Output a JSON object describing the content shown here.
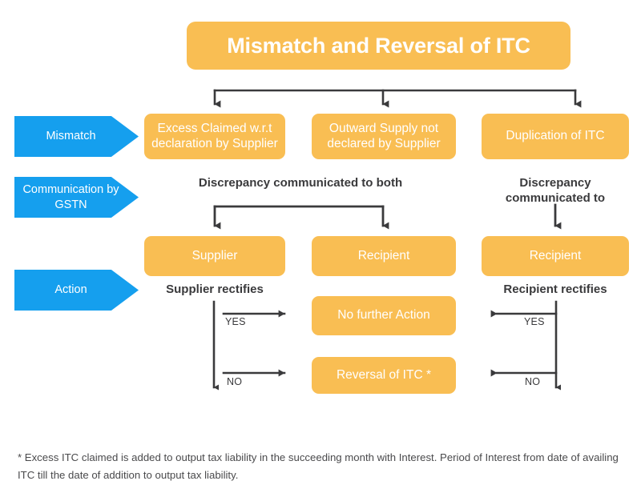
{
  "title": {
    "text": "Mismatch and Reversal of ITC"
  },
  "colors": {
    "orange": "#F9BE53",
    "blue": "#159FEE",
    "arrow_dark": "#3A3A3C",
    "background": "#FFFFFF",
    "box_text": "#FFFFFF",
    "caption_text": "#3A3A3C",
    "footnote_text": "#4A4A4C"
  },
  "stage_labels": [
    {
      "label": "Mismatch"
    },
    {
      "label": "Communication by GSTN"
    },
    {
      "label": "Action"
    }
  ],
  "mismatch_row": [
    {
      "label": "Excess Claimed w.r.t declaration by Supplier"
    },
    {
      "label": "Outward Supply not declared by Supplier"
    },
    {
      "label": "Duplication of ITC"
    }
  ],
  "communication_captions": {
    "both": "Discrepancy communicated to both",
    "single": "Discrepancy communicated to"
  },
  "party_row": [
    {
      "label": "Supplier"
    },
    {
      "label": "Recipient"
    },
    {
      "label": "Recipient"
    }
  ],
  "rectify_captions": {
    "supplier": "Supplier rectifies",
    "recipient": "Recipient rectifies"
  },
  "outcome_boxes": [
    {
      "label": "No further Action"
    },
    {
      "label": "Reversal of ITC *"
    }
  ],
  "decision_labels": {
    "left_yes": "YES",
    "left_no": "NO",
    "right_yes": "YES",
    "right_no": "NO"
  },
  "footnote": {
    "text": "* Excess ITC claimed is added to output tax liability in the succeeding month with Interest. Period of Interest from date of availing ITC till the date of addition to output tax liability."
  },
  "chart_data": {
    "type": "diagram",
    "title": "Mismatch and Reversal of ITC",
    "nodes": [
      {
        "id": "title",
        "label": "Mismatch and Reversal of ITC",
        "row": 0,
        "col": "center"
      },
      {
        "id": "m1",
        "label": "Excess Claimed w.r.t declaration by Supplier",
        "row": 1,
        "col": 1
      },
      {
        "id": "m2",
        "label": "Outward Supply not declared by Supplier",
        "row": 1,
        "col": 2
      },
      {
        "id": "m3",
        "label": "Duplication of ITC",
        "row": 1,
        "col": 3
      },
      {
        "id": "p1",
        "label": "Supplier",
        "row": 2,
        "col": 1
      },
      {
        "id": "p2",
        "label": "Recipient",
        "row": 2,
        "col": 2
      },
      {
        "id": "p3",
        "label": "Recipient",
        "row": 2,
        "col": 3
      },
      {
        "id": "o1",
        "label": "No further Action",
        "row": 3,
        "col": 2
      },
      {
        "id": "o2",
        "label": "Reversal of ITC *",
        "row": 4,
        "col": 2
      }
    ],
    "edges": [
      {
        "from": "title",
        "to": "m1",
        "label": ""
      },
      {
        "from": "title",
        "to": "m2",
        "label": ""
      },
      {
        "from": "title",
        "to": "m3",
        "label": ""
      },
      {
        "from": "m1",
        "to": "p1",
        "label": "Discrepancy communicated to both"
      },
      {
        "from": "m2",
        "to": "p2",
        "label": "Discrepancy communicated to both"
      },
      {
        "from": "m3",
        "to": "p3",
        "label": "Discrepancy communicated to"
      },
      {
        "from": "p1",
        "to": "o1",
        "label": "YES"
      },
      {
        "from": "p1",
        "to": "o2",
        "label": "NO"
      },
      {
        "from": "p3",
        "to": "o1",
        "label": "YES"
      },
      {
        "from": "p3",
        "to": "o2",
        "label": "NO"
      }
    ]
  }
}
